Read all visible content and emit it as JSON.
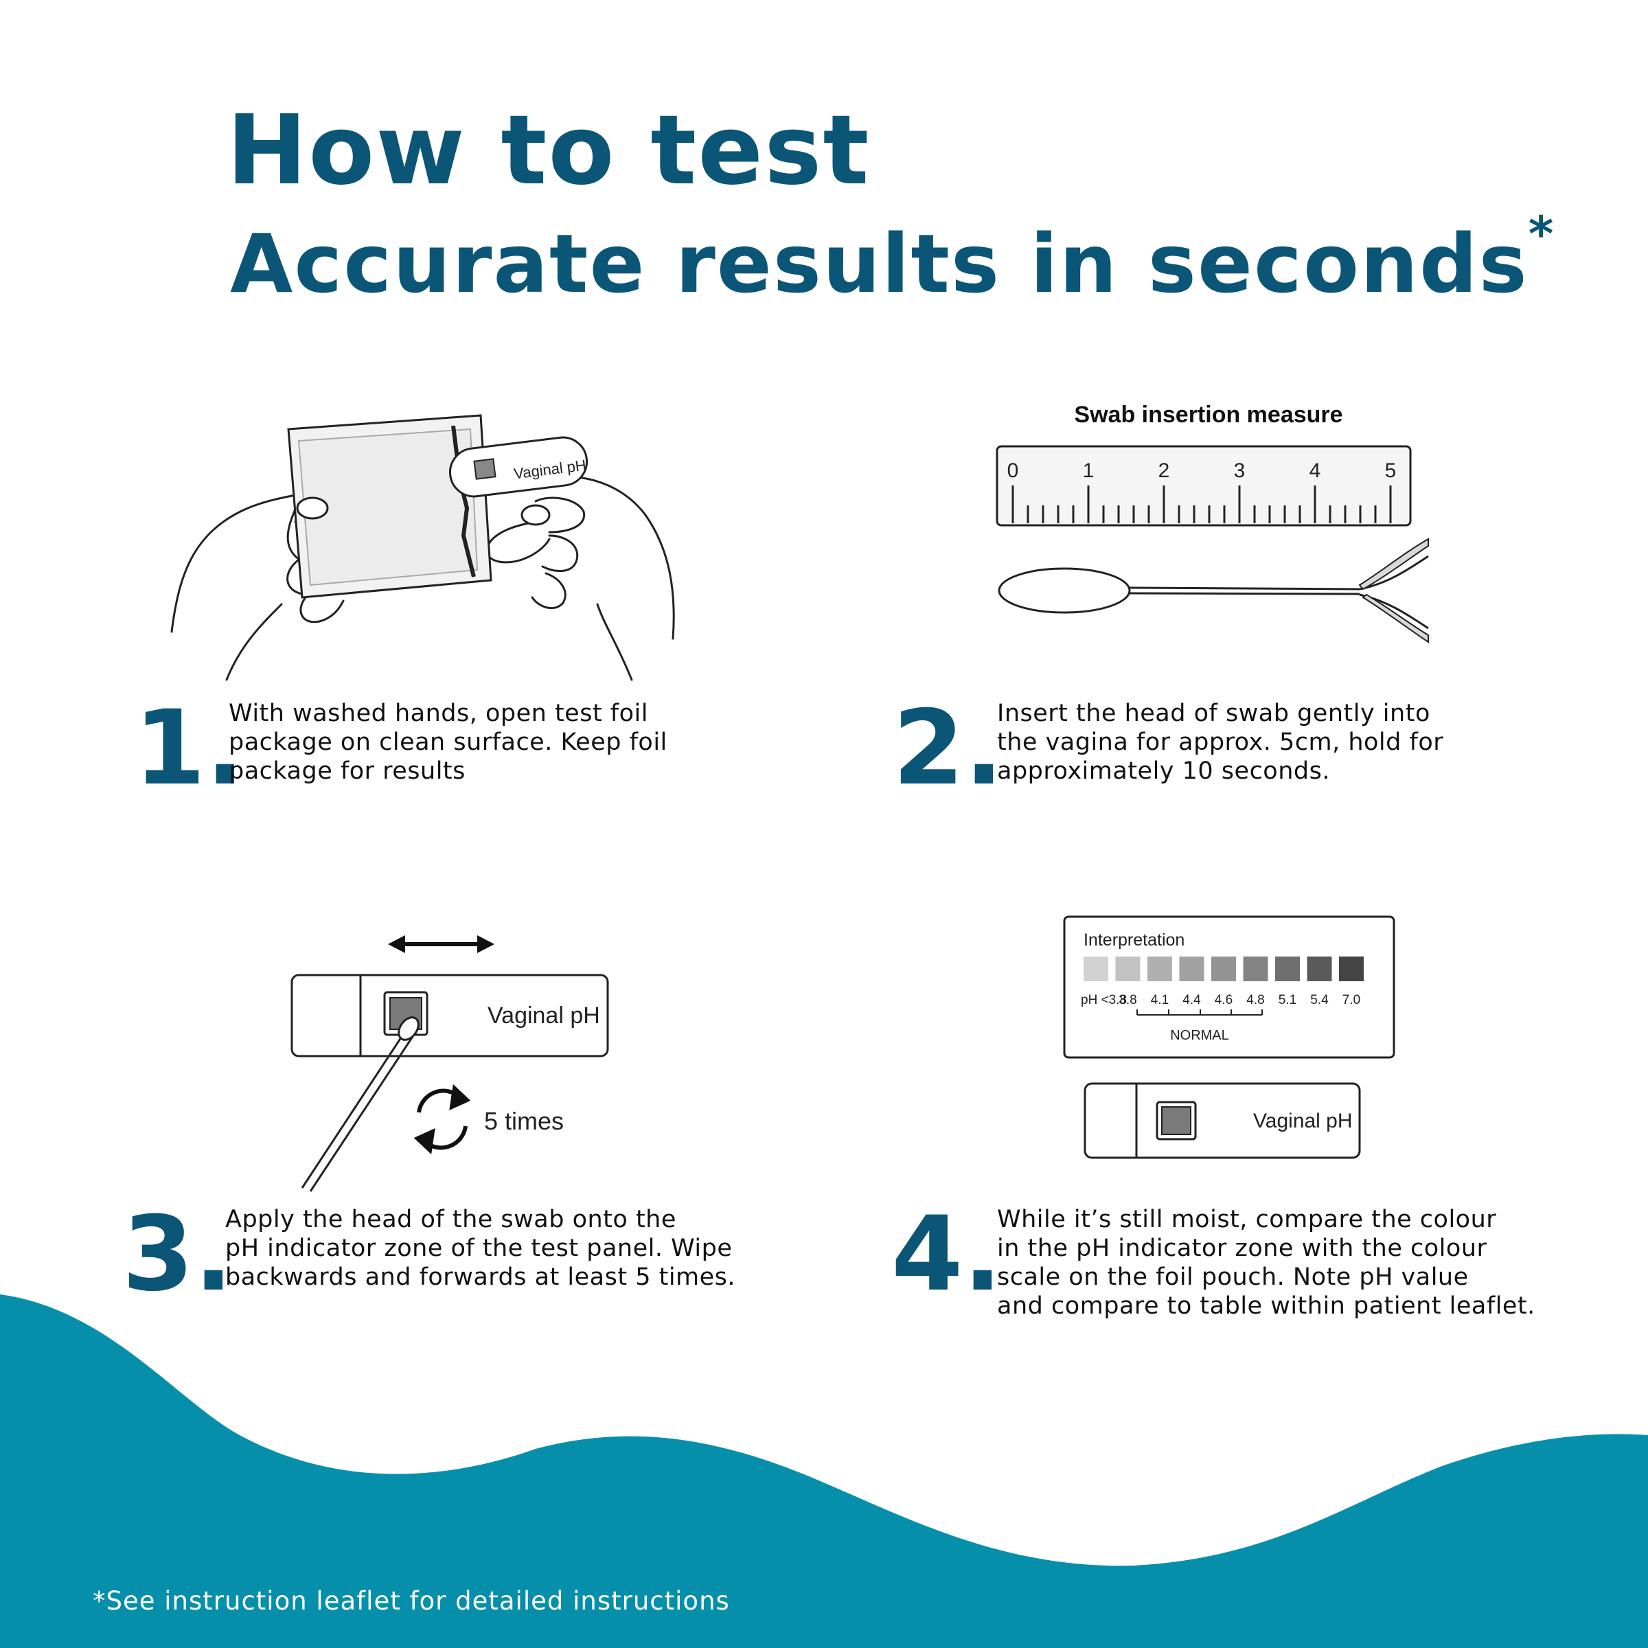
{
  "header": {
    "title": "How to test",
    "subtitle": "Accurate results in seconds",
    "subtitle_mark": "*"
  },
  "steps": [
    {
      "number": "1.",
      "text": "With washed hands, open test foil\npackage on clean surface. Keep foil\npackage for results",
      "strip_label": "Vaginal pH"
    },
    {
      "number": "2.",
      "text": "Insert the head of swab gently into\nthe vagina for approx. 5cm, hold for\napproximately 10 seconds.",
      "ruler_title": "Swab insertion measure",
      "ruler_numbers": [
        "0",
        "1",
        "2",
        "3",
        "4",
        "5"
      ]
    },
    {
      "number": "3.",
      "text": "Apply the head of the swab onto the\npH indicator zone of the test panel. Wipe\nbackwards and forwards at least 5 times.",
      "strip_label": "Vaginal pH",
      "repeat_label": "5 times"
    },
    {
      "number": "4.",
      "text": "While it’s still moist, compare the colour\nin the pH indicator zone with the colour\nscale on the foil pouch. Note pH value\nand compare to table within patient leaflet.",
      "chart_title": "Interpretation",
      "normal_label": "NORMAL",
      "scale_labels": [
        "pH <3.8",
        "3.8",
        "4.1",
        "4.4",
        "4.6",
        "4.8",
        "5.1",
        "5.4",
        "7.0"
      ],
      "scale_colors": [
        "#d2d2d2",
        "#c2c2c2",
        "#b0b0b0",
        "#a2a2a2",
        "#939393",
        "#838383",
        "#6e6e6e",
        "#5a5a5a",
        "#444444"
      ],
      "strip_label": "Vaginal pH"
    }
  ],
  "footer": {
    "note": "*See instruction leaflet for detailed instructions"
  },
  "colors": {
    "brand": "#0b5677",
    "wave": "#058fab",
    "indicator": "#7a7a7a"
  }
}
